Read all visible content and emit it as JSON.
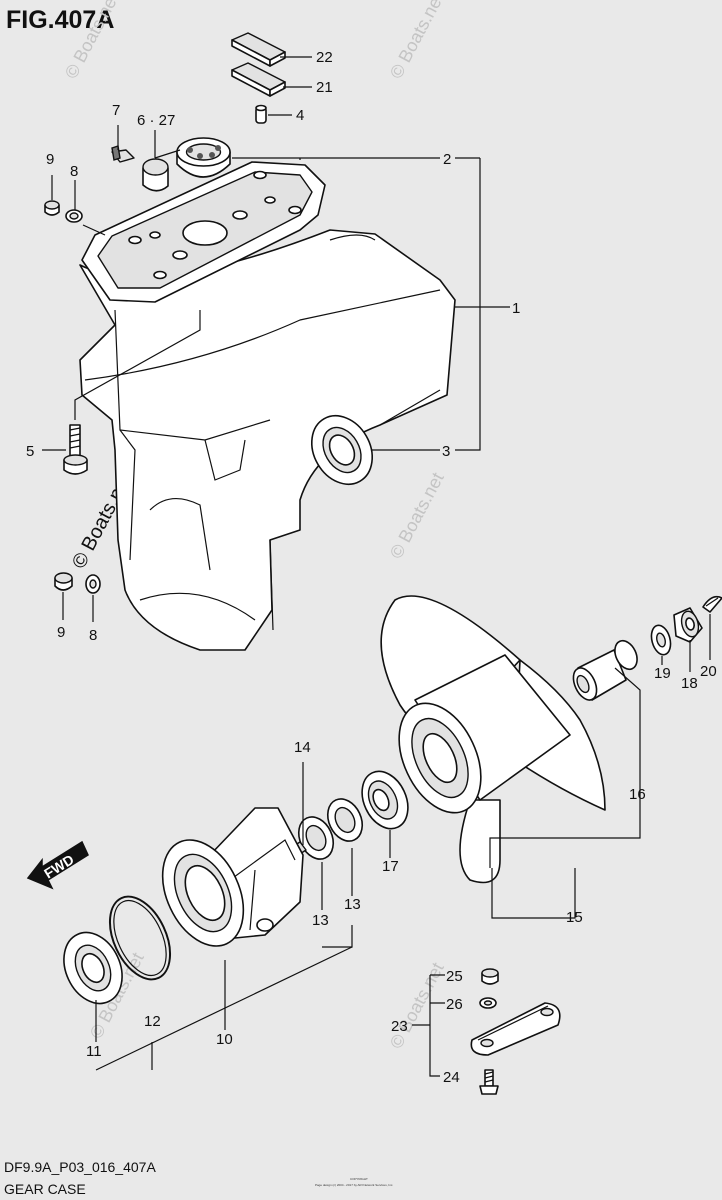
{
  "figure": {
    "title": "FIG.407A",
    "code": "DF9.9A_P03_016_407A",
    "caption": "GEAR CASE",
    "fine_print_1": "COPYRIGHT",
    "fine_print_2": "Page design (c) 2004 - 2017 by ARI Network Services, Inc."
  },
  "watermark": "© Boats.net",
  "direction_badge": "FWD",
  "callouts": [
    {
      "id": "c22",
      "label": "22"
    },
    {
      "id": "c21",
      "label": "21"
    },
    {
      "id": "c4",
      "label": "4"
    },
    {
      "id": "c7",
      "label": "7"
    },
    {
      "id": "c627",
      "label": "6 · 27"
    },
    {
      "id": "c2",
      "label": "2"
    },
    {
      "id": "c9a",
      "label": "9"
    },
    {
      "id": "c8a",
      "label": "8"
    },
    {
      "id": "c1",
      "label": "1"
    },
    {
      "id": "c5",
      "label": "5"
    },
    {
      "id": "c3",
      "label": "3"
    },
    {
      "id": "c9b",
      "label": "9"
    },
    {
      "id": "c8b",
      "label": "8"
    },
    {
      "id": "c20",
      "label": "20"
    },
    {
      "id": "c19",
      "label": "19"
    },
    {
      "id": "c18",
      "label": "18"
    },
    {
      "id": "c16",
      "label": "16"
    },
    {
      "id": "c14",
      "label": "14"
    },
    {
      "id": "c17",
      "label": "17"
    },
    {
      "id": "c13a",
      "label": "13"
    },
    {
      "id": "c13b",
      "label": "13"
    },
    {
      "id": "c15",
      "label": "15"
    },
    {
      "id": "c25",
      "label": "25"
    },
    {
      "id": "c26",
      "label": "26"
    },
    {
      "id": "c23",
      "label": "23"
    },
    {
      "id": "c24",
      "label": "24"
    },
    {
      "id": "c12",
      "label": "12"
    },
    {
      "id": "c10",
      "label": "10"
    },
    {
      "id": "c11",
      "label": "11"
    }
  ]
}
